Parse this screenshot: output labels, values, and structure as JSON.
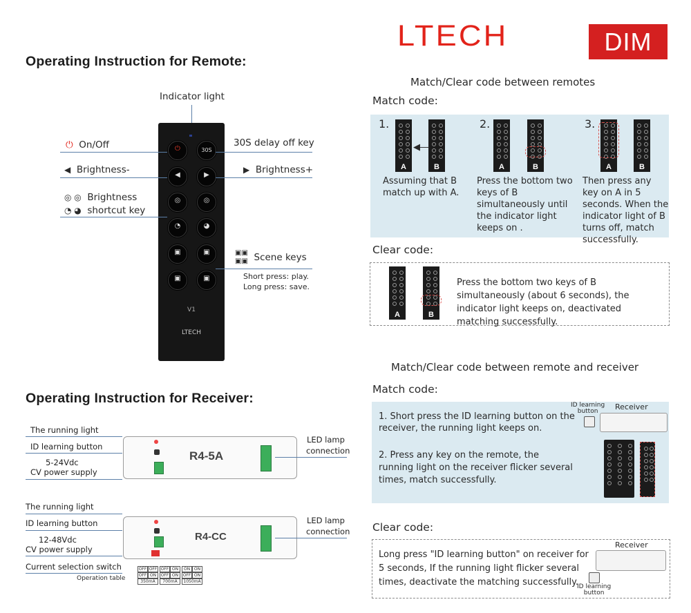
{
  "header": {
    "brand": "LTECH",
    "badge": "DIM"
  },
  "remote_section": {
    "title": "Operating Instruction for Remote:",
    "indicator_label": "Indicator light",
    "onoff_label": "On/Off",
    "brightness_minus": "Brightness-",
    "brightness_shortcut_1": "Brightness",
    "brightness_shortcut_2": "shortcut key",
    "delay_key_label": "30S delay off key",
    "brightness_plus": "Brightness+",
    "scene_keys": "Scene keys",
    "short_press": "Short press: play.",
    "long_press": "Long press: save.",
    "remote_30s": "30S",
    "remote_model": "V1",
    "remote_brand": "LTECH"
  },
  "remotes_match": {
    "title": "Match/Clear code between remotes",
    "match_label": "Match code:",
    "step1_num": "1.",
    "step2_num": "2.",
    "step3_num": "3.",
    "step1_text": "Assuming that B match up with A.",
    "step2_text": "Press the bottom two keys of B simultaneously until the indicator light keeps on .",
    "step3_text": "Then press any key on A in 5 seconds. When the indicator light of B turns off, match successfully.",
    "a": "A",
    "b": "B",
    "clear_label": "Clear code:",
    "clear_text": "Press the bottom two keys of B simultaneously (about 6 seconds), the indicator light keeps on, deactivated matching successfully."
  },
  "receiver_section": {
    "title": "Operating Instruction for Receiver:",
    "running_light": "The running light",
    "id_button": "ID learning button",
    "vdc_1": "5-24Vdc",
    "vdc_2": "12-48Vdc",
    "cv_supply": "CV power supply",
    "model_1": "R4-5A",
    "model_2": "R4-CC",
    "led_lamp": "LED lamp",
    "connection": "connection",
    "current_switch": "Current selection switch",
    "operation_table": "Operation table",
    "table_row1": [
      "OFF",
      "OFF",
      "OFF",
      "ON",
      "ON",
      "ON"
    ],
    "table_row2": [
      "OFF",
      "ON",
      "OFF",
      "ON",
      "OFF",
      "ON"
    ],
    "table_row3": [
      "350mA",
      "700mA",
      "1050mA"
    ]
  },
  "receiver_match": {
    "title": "Match/Clear code between remote and receiver",
    "match_label": "Match code:",
    "step1": "1.  Short press the ID learning button on the receiver, the running light keeps on.",
    "step2": "2.  Press any key on the remote, the running light on the receiver flicker several times, match successfully.",
    "id_learning": "ID learning",
    "button": "button",
    "receiver": "Receiver",
    "clear_label": "Clear code:",
    "clear_text": "Long press \"ID learning button\" on receiver for 5 seconds, If the running light flicker several times, deactivate the matching successfully."
  },
  "colors": {
    "brand": "#e2231a",
    "badge_bg": "#d42020",
    "panel_blue": "#dbeaf1",
    "leader_line": "#5b7fa8"
  }
}
